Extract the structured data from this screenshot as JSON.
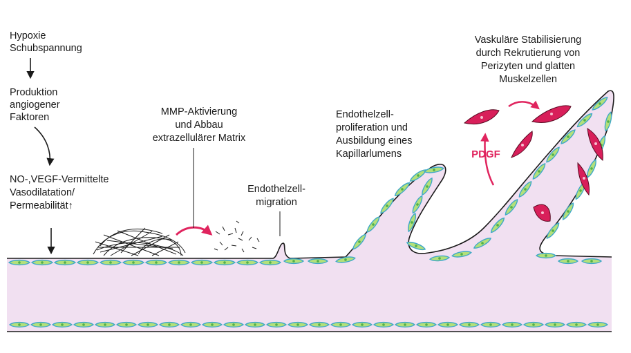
{
  "labels": {
    "trigger": [
      "Hypoxie",
      "Schubspannung"
    ],
    "production": [
      "Produktion",
      "angiogener",
      "Faktoren"
    ],
    "vasodilation": [
      "NO-,VEGF-Vermittelte",
      "Vasodilatation/",
      "Permeabilität↑"
    ],
    "mmp": [
      "MMP-Aktivierung",
      "und Abbau",
      "extrazellulärer Matrix"
    ],
    "migration": [
      "Endothelzell-",
      "migration"
    ],
    "proliferation": [
      "Endothelzell-",
      "proliferation und",
      "Ausbildung eines",
      "Kapillarlumens"
    ],
    "stabilization": [
      "Vaskuläre Stabilisierung",
      "durch Rekrutierung von",
      "Perizyten und glatten",
      "Muskelzellen"
    ],
    "pdgf": "PDGF"
  },
  "colors": {
    "vessel": "#f1e0f1",
    "endothelial": "#b3e07a",
    "endothelial_border": "#3fa8c8",
    "nucleus": "#52b04a",
    "pericyte": "#d81f5a",
    "arrow_red": "#e0245e",
    "line": "#1a1a1a"
  }
}
